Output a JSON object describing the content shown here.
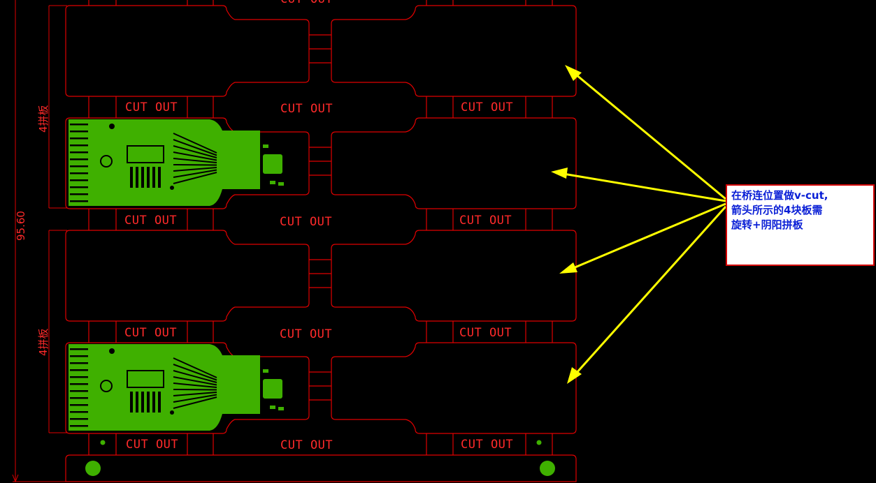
{
  "labels": {
    "top_cutoff": "CUT OUT",
    "row1_left": "CUT OUT",
    "row1_mid": "CUT OUT",
    "row1_right": "CUT OUT",
    "row2_left": "CUT OUT",
    "row2_mid": "CUT OUT",
    "row2_right": "CUT OUT",
    "row3_left": "CUT OUT",
    "row3_mid": "CUT OUT",
    "row3_right": "CUT OUT",
    "row4_left": "CUT OUT",
    "row4_mid": "CUT OUT",
    "row4_right": "CUT OUT"
  },
  "dimensions": {
    "total": "95.60",
    "group_upper": "4拼板",
    "group_lower": "4拼板"
  },
  "note": {
    "line1": "在桥连位置做v-cut,",
    "line2": "箭头所示的4块板需",
    "line3": "旋转+阴阳拼板"
  },
  "colors": {
    "outline": "#e00000",
    "copper": "#3fb000",
    "arrow": "#ffff00",
    "note_text": "#0a1fd6",
    "note_border": "#d40000"
  }
}
